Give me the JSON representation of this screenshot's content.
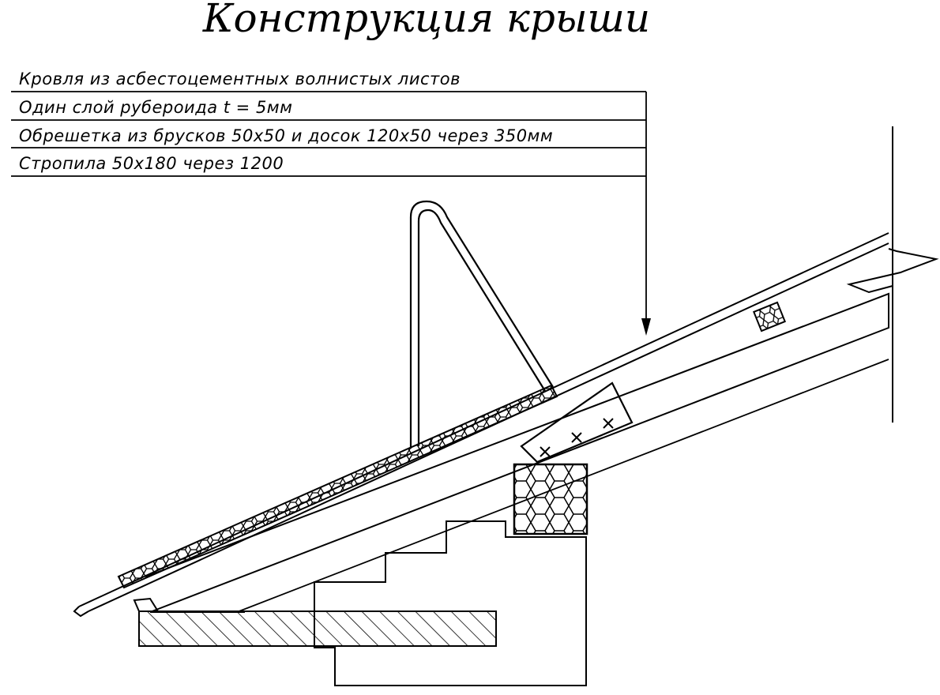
{
  "title": "Конструкция крыши",
  "layers": [
    {
      "label": "Кровля из асбестоцементных волнистых листов"
    },
    {
      "label": "Один слой рубероида  t = 5мм"
    },
    {
      "label": "Обрешетка из брусков 50х50 и досок 120х50 через 350мм"
    },
    {
      "label": "Стропила 50х180 через 1200"
    }
  ],
  "colors": {
    "ink": "#000000",
    "paper": "#ffffff"
  }
}
